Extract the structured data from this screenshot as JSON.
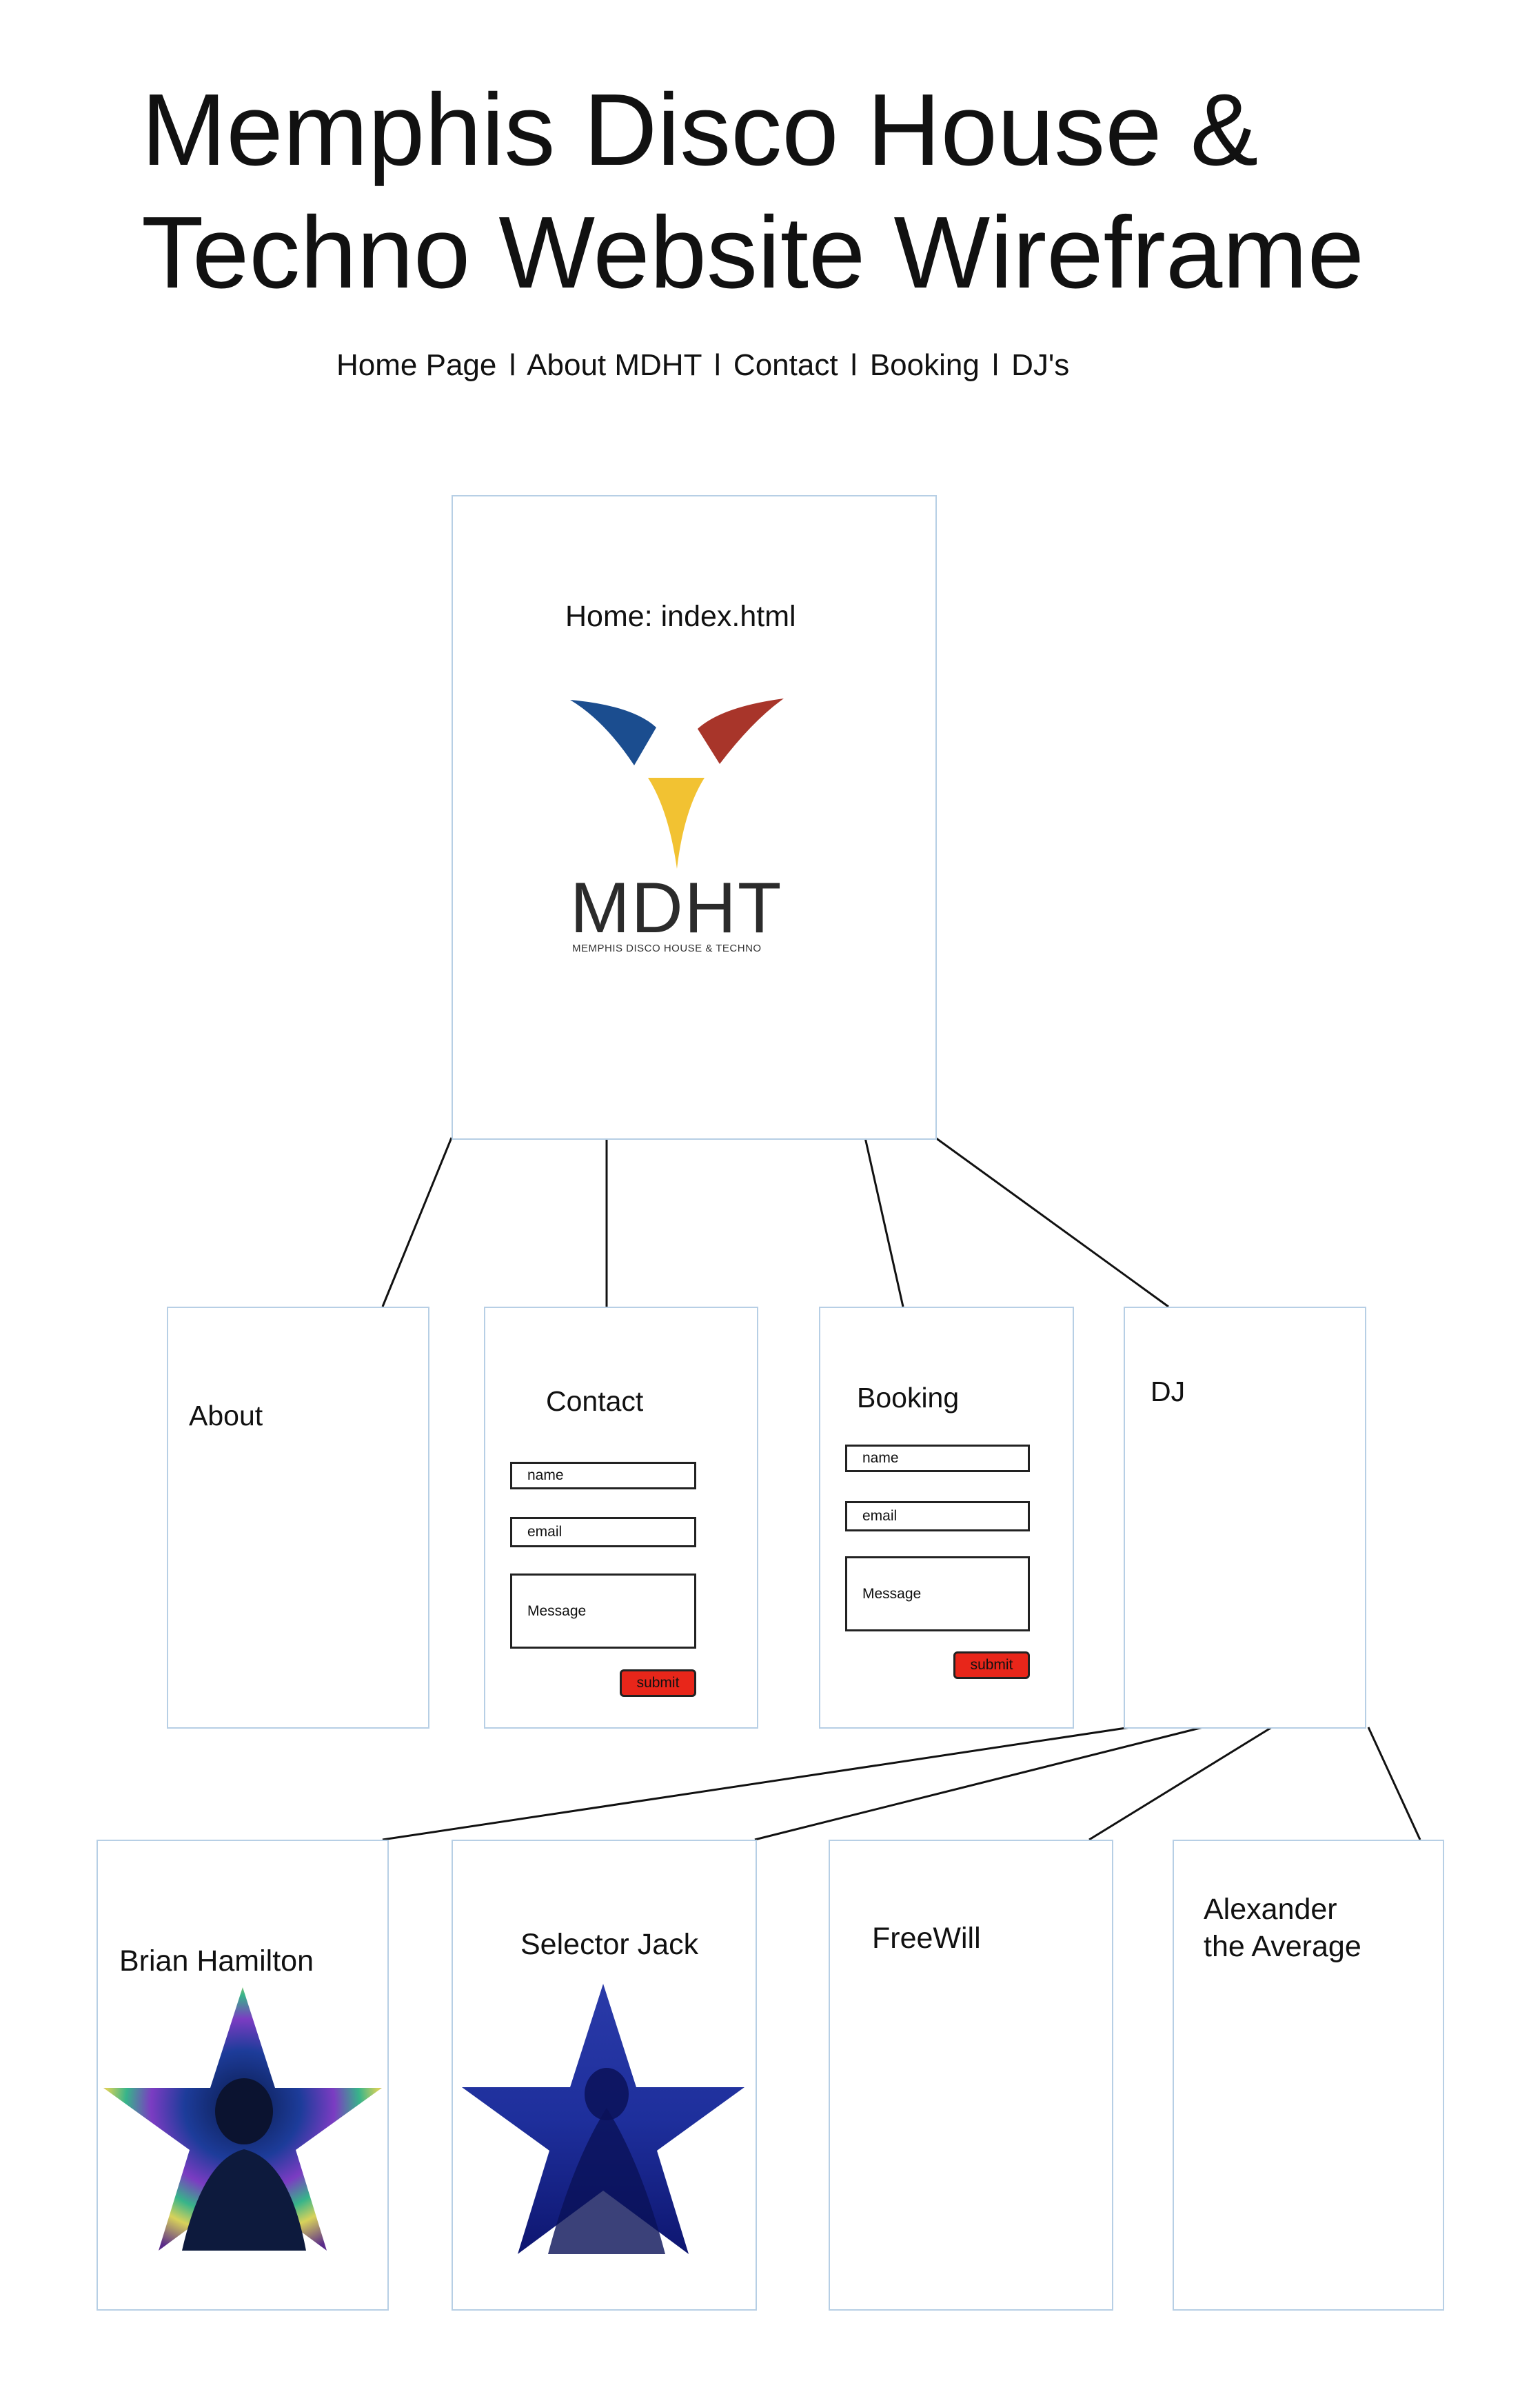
{
  "title": {
    "line1": "Memphis Disco House &",
    "line2": "Techno Website Wireframe"
  },
  "nav": {
    "items": [
      "Home Page",
      "About MDHT",
      "Contact",
      "Booking",
      "DJ's"
    ],
    "separator": "l"
  },
  "home": {
    "label": "Home: index.html",
    "logo": {
      "wordmark": "MDHT",
      "subtitle": "MEMPHIS DISCO HOUSE & TECHNO",
      "colors": {
        "blue": "#1b4d8f",
        "red": "#a8352a",
        "yellow": "#f2c232"
      }
    }
  },
  "pages": {
    "about": {
      "label": "About"
    },
    "contact": {
      "label": "Contact",
      "name_placeholder": "name",
      "email_placeholder": "email",
      "message_placeholder": "Message",
      "submit_label": "submit"
    },
    "booking": {
      "label": "Booking",
      "name_placeholder": "name",
      "email_placeholder": "email",
      "message_placeholder": "Message",
      "submit_label": "submit"
    },
    "dj": {
      "label": "DJ"
    }
  },
  "djs": {
    "brian": {
      "label": "Brian Hamilton"
    },
    "selector": {
      "label": "Selector Jack"
    },
    "freewill": {
      "label": "FreeWill"
    },
    "alexander": {
      "line1": "Alexander",
      "line2": "the Average"
    }
  },
  "colors": {
    "box_border": "#b7cfe5",
    "submit_button": "#e8261a"
  }
}
